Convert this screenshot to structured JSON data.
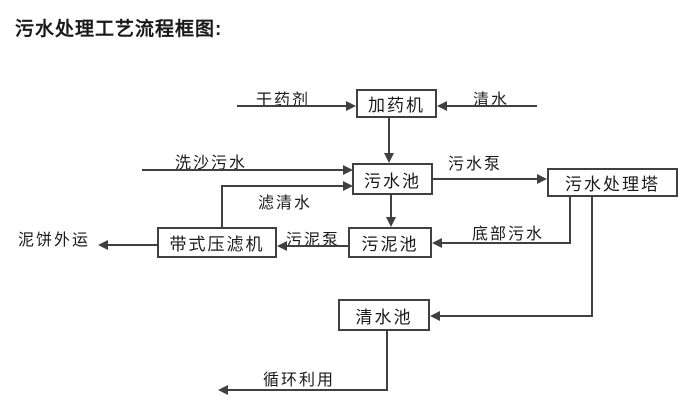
{
  "title": "污水处理工艺流程框图:",
  "nodes": {
    "dosing_machine": "加药机",
    "sewage_pool": "污水池",
    "treatment_tower": "污水处理塔",
    "sludge_pool": "污泥池",
    "belt_filter_press": "带式压滤机",
    "clean_water_pool": "清水池"
  },
  "flow_labels": {
    "dry_agent": "干药剂",
    "clean_water": "清水",
    "sand_washing_sewage": "洗沙污水",
    "filtered_water": "滤清水",
    "sewage_pump": "污水泵",
    "bottom_sewage": "底部污水",
    "sludge_pump": "污泥泵",
    "mud_cake_out": "泥饼外运",
    "recycling": "循环利用"
  },
  "colors": {
    "line": "#404040",
    "text": "#1a1a1a",
    "background": "#ffffff"
  }
}
